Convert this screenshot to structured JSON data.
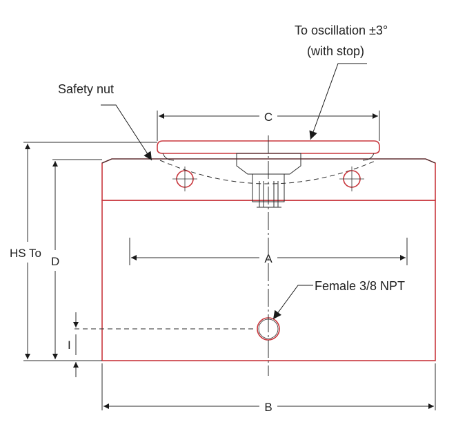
{
  "callouts": {
    "oscillation_line1": "To oscillation ±3°",
    "oscillation_line2": "(with stop)",
    "safety_nut": "Safety nut",
    "female_port": "Female 3/8 NPT"
  },
  "dimensions": {
    "a": "A",
    "b": "B",
    "c": "C",
    "d": "D",
    "hs_to": "HS To",
    "i": "I"
  },
  "colors": {
    "outline": "#c8363c",
    "line": "#2b2b2b",
    "text": "#222222"
  }
}
